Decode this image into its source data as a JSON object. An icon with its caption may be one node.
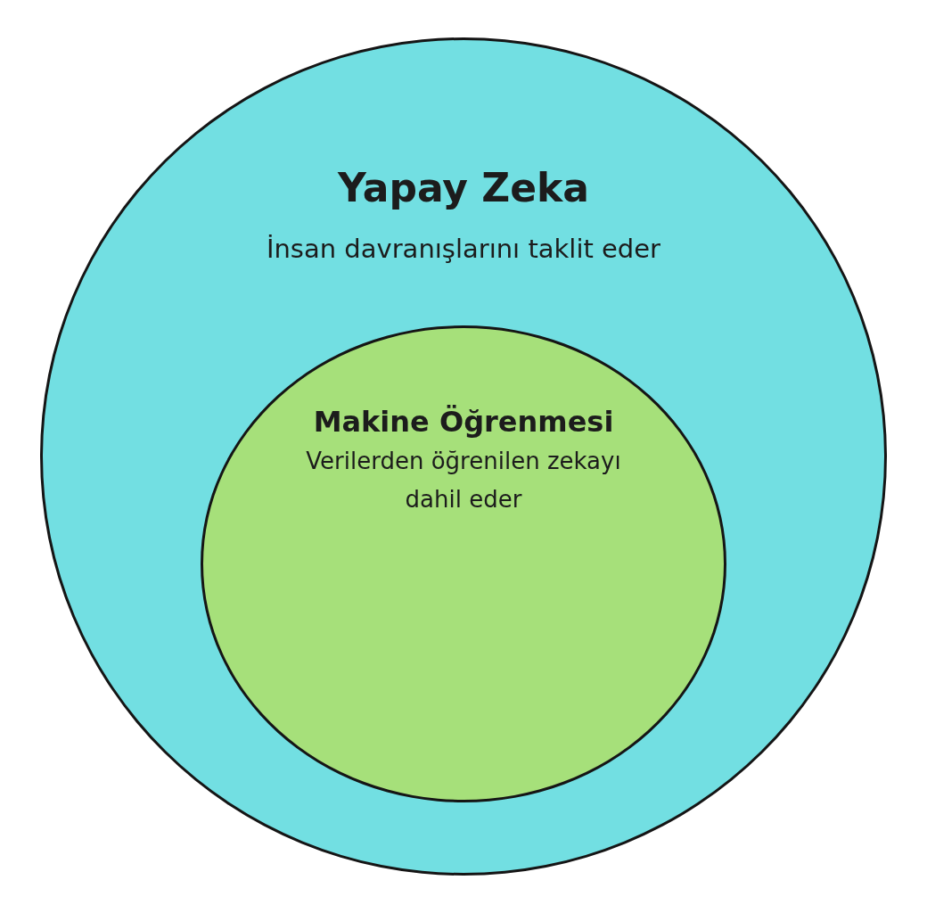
{
  "diagram": {
    "nodes": [
      {
        "text": [
          "Yapay Zeka",
          "İnsan davranışlarını taklit eder"
        ]
      },
      {
        "text": [
          "Makine Öğrenmesi",
          "Verilerden öğrenilen zekayı dahil eder"
        ],
        "in": 0
      }
    ]
  }
}
